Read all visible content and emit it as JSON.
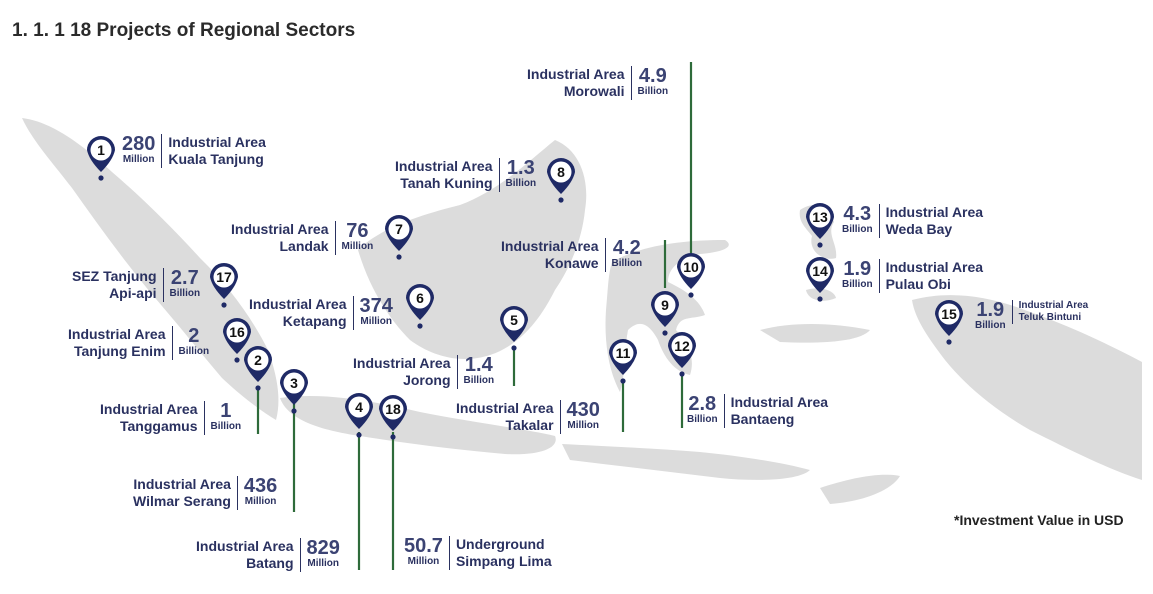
{
  "title": "1. 1. 1  18 Projects of Regional Sectors",
  "note": "*Investment Value in USD",
  "colors": {
    "land": "#dcdcdc",
    "pin": "#1f2a66",
    "leader": "#2e6b3a",
    "text": "#2a3160"
  },
  "projects": [
    {
      "num": "1",
      "value": "280",
      "unit": "Million",
      "line1": "Industrial Area",
      "line2": "Kuala Tanjung"
    },
    {
      "num": "2",
      "value": "1",
      "unit": "Billion",
      "line1": "Industrial Area",
      "line2": "Tanggamus"
    },
    {
      "num": "3",
      "value": "436",
      "unit": "Million",
      "line1": "Industrial Area",
      "line2": "Wilmar Serang"
    },
    {
      "num": "4",
      "value": "829",
      "unit": "Million",
      "line1": "Industrial Area",
      "line2": "Batang"
    },
    {
      "num": "5",
      "value": "1.4",
      "unit": "Billion",
      "line1": "Industrial Area",
      "line2": "Jorong"
    },
    {
      "num": "6",
      "value": "374",
      "unit": "Million",
      "line1": "Industrial Area",
      "line2": "Ketapang"
    },
    {
      "num": "7",
      "value": "76",
      "unit": "Million",
      "line1": "Industrial Area",
      "line2": "Landak"
    },
    {
      "num": "8",
      "value": "1.3",
      "unit": "Billion",
      "line1": "Industrial Area",
      "line2": "Tanah Kuning"
    },
    {
      "num": "9",
      "value": "4.2",
      "unit": "Billion",
      "line1": "Industrial Area",
      "line2": "Konawe"
    },
    {
      "num": "10",
      "value": "4.9",
      "unit": "Billion",
      "line1": "Industrial Area",
      "line2": "Morowali"
    },
    {
      "num": "11",
      "value": "430",
      "unit": "Million",
      "line1": "Industrial Area",
      "line2": "Takalar"
    },
    {
      "num": "12",
      "value": "2.8",
      "unit": "Billion",
      "line1": "Industrial Area",
      "line2": "Bantaeng"
    },
    {
      "num": "13",
      "value": "4.3",
      "unit": "Billion",
      "line1": "Industrial Area",
      "line2": "Weda Bay"
    },
    {
      "num": "14",
      "value": "1.9",
      "unit": "Billion",
      "line1": "Industrial Area",
      "line2": "Pulau Obi"
    },
    {
      "num": "15",
      "value": "1.9",
      "unit": "Billion",
      "line1": "Industrial Area",
      "line2": "Teluk Bintuni"
    },
    {
      "num": "16",
      "value": "2",
      "unit": "Billion",
      "line1": "Industrial Area",
      "line2": "Tanjung Enim"
    },
    {
      "num": "17",
      "value": "2.7",
      "unit": "Billion",
      "line1": "SEZ Tanjung",
      "line2": "Api-api"
    },
    {
      "num": "18",
      "value": "50.7",
      "unit": "Million",
      "line1": "Underground",
      "line2": "Simpang Lima"
    }
  ]
}
